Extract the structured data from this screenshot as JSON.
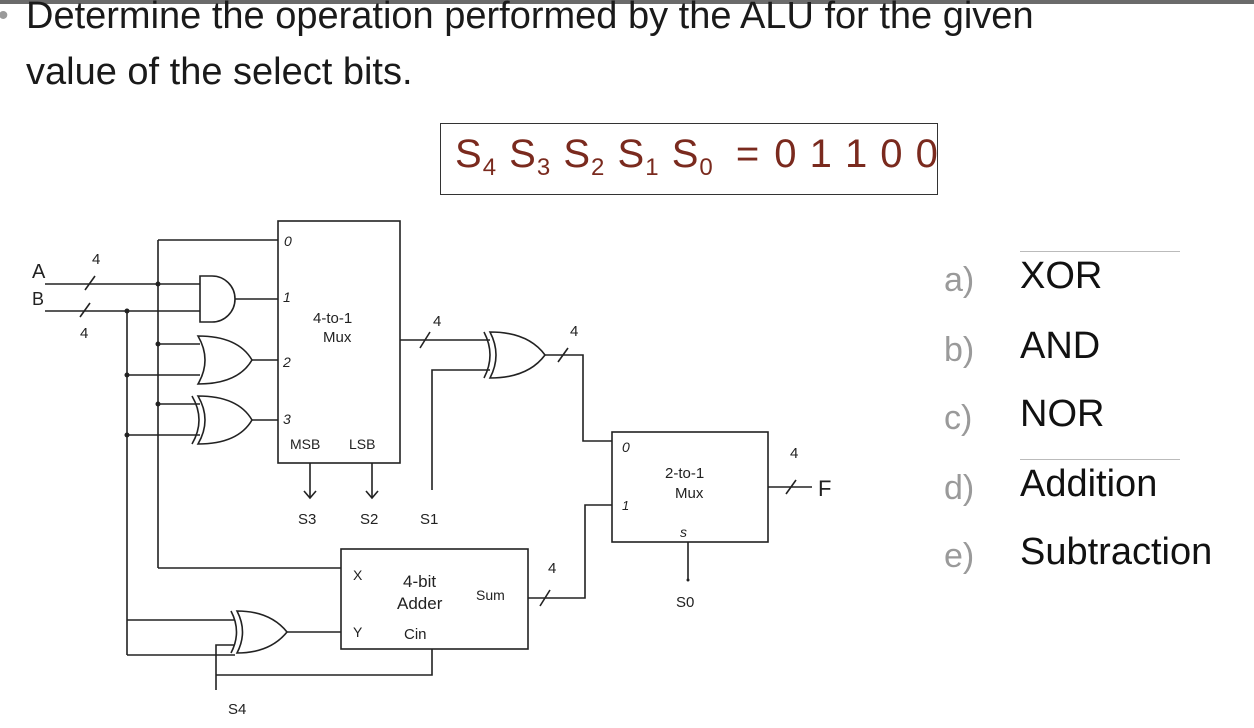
{
  "question": {
    "bullet": "•",
    "line1": "Determine the operation performed by the ALU for the  given",
    "line2": "value of the select bits."
  },
  "select_box": {
    "s4": "S",
    "s4_sub": "4",
    "s3": "S",
    "s3_sub": "3",
    "s2": "S",
    "s2_sub": "2",
    "s1": "S",
    "s1_sub": "1",
    "s0": "S",
    "s0_sub": "0",
    "equals": "=",
    "value": "0 1 1 0 0"
  },
  "options": [
    {
      "letter": "a)",
      "label": "XOR"
    },
    {
      "letter": "b)",
      "label": "AND"
    },
    {
      "letter": "c)",
      "label": "NOR"
    },
    {
      "letter": "d)",
      "label": "Addition"
    },
    {
      "letter": "e)",
      "label": "Subtraction"
    }
  ],
  "diagram": {
    "input_a": "A",
    "input_b": "B",
    "bus_width_a": "4",
    "bus_width_b": "4",
    "mux4_title_1": "4-to-1",
    "mux4_title_2": "Mux",
    "mux4_in0": "0",
    "mux4_in1": "1",
    "mux4_in2": "2",
    "mux4_in3": "3",
    "mux4_msb": "MSB",
    "mux4_lsb": "LSB",
    "mux4_out_width": "4",
    "xor_out_width": "4",
    "adder_title_1": "4-bit",
    "adder_title_2": "Adder",
    "adder_x": "X",
    "adder_y": "Y",
    "adder_cin": "Cin",
    "adder_sum": "Sum",
    "adder_out_width": "4",
    "mux2_title_1": "2-to-1",
    "mux2_title_2": "Mux",
    "mux2_in0": "0",
    "mux2_in1": "1",
    "mux2_sel": "s",
    "out_width": "4",
    "output_f": "F",
    "sig_s3": "S3",
    "sig_s2": "S2",
    "sig_s1": "S1",
    "sig_s0": "S0",
    "sig_s4": "S4"
  }
}
